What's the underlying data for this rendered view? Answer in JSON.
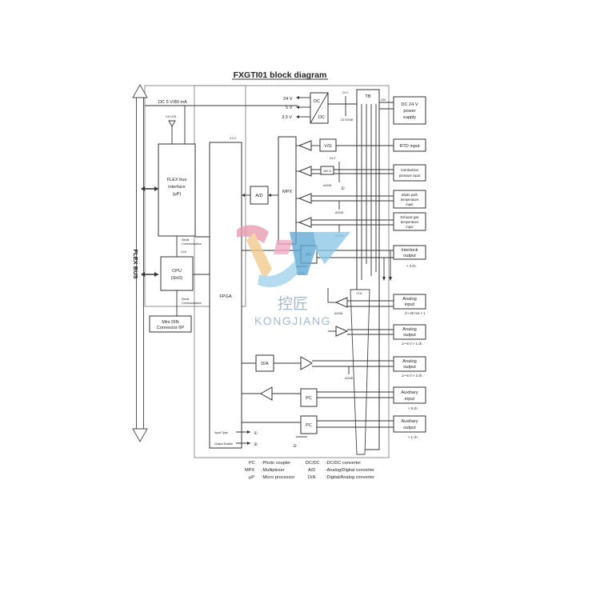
{
  "title": "FXGTI01 block diagram",
  "flex_bus": "FLEX BUS",
  "supply": {
    "dc_5v": "DC 5 V/80 mA",
    "v24": "24 V",
    "v5": "5 V",
    "v33": "3.3 V",
    "dcdc_top": "DC",
    "dcdc_bottom": "DC",
    "tb": "TB",
    "power": [
      "DC 24 V",
      "power",
      "supply"
    ]
  },
  "blocks": {
    "flex_if": [
      "FLEX bus",
      "interface",
      "(μP)"
    ],
    "cpu": [
      "CPU",
      "(SH2)"
    ],
    "serial1": [
      "Serial",
      "Communication"
    ],
    "serial2": [
      "Serial",
      "Communication"
    ],
    "mini_din": [
      "Mini DIN",
      "Connector 6P"
    ],
    "fpga": "FPGA",
    "mpx": "MPX",
    "ad": "A/D",
    "da": "D/A",
    "vohm": "V/Ω",
    "pc": "PC",
    "ch2": "CH2",
    "input_type": "Input Type",
    "output_enable": "Output Enable",
    "mark1": "①",
    "mark2": "②"
  },
  "io": {
    "rtd": "RTD input",
    "combustion": [
      "Combustion",
      "pressure input"
    ],
    "blade": [
      "Blade path",
      "temperature",
      "input"
    ],
    "exhaust": [
      "Exhaust gas",
      "temperature",
      "input"
    ],
    "interlock": [
      "Interlock",
      "output"
    ],
    "interlock_ch": "× 4 ch.",
    "analog_in": [
      "Analog",
      "input"
    ],
    "analog_in_ch": "4～20 mA × 1",
    "analog_out1": [
      "Analog",
      "output"
    ],
    "analog_out1_ch": "1～5 V × 1 ch.",
    "analog_out2": [
      "Analog",
      "output"
    ],
    "analog_out2_ch": "1～5 V × 2 ch.",
    "aux_in": [
      "Auxiliary",
      "input"
    ],
    "aux_in_ch": "× 6 ch.",
    "aux_out": [
      "Auxiliary",
      "output"
    ],
    "aux_out_ch": "× 1 ch."
  },
  "legend": {
    "pc_key": "PC",
    "pc_val": ":Photo coupler",
    "mpx_key": "MPX",
    "mpx_val": ":Multiplexer",
    "up_key": "μP",
    "up_val": ":Micro processor",
    "dcdc_key": "DC/DC",
    "dcdc_val": ":DC/DC converter",
    "ad_key": "A/D",
    "ad_val": ":Analog/Digital converter",
    "da_key": "D/A",
    "da_val": ":Digital/Analog converter"
  },
  "watermark": {
    "cn": "控匠",
    "en": "KONGJIANG"
  },
  "colors": {
    "line": "#333333",
    "frame": "#777777"
  }
}
